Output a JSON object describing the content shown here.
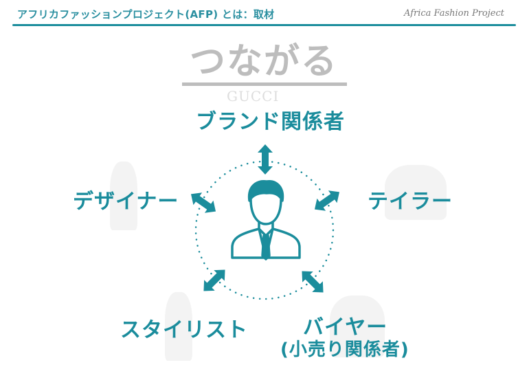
{
  "header": {
    "title": "アフリカファッションプロジェクト(AFP) とは：取材",
    "brand": "Africa Fashion Project",
    "accent_color": "#1b8d9c"
  },
  "slide": {
    "title": "つながる",
    "title_color": "#bdbdbd",
    "center_icon": "businessman-icon",
    "background_ghost_text": [
      "GUCCI"
    ],
    "nodes": [
      {
        "id": "brand",
        "label": "ブランド関係者",
        "position": "top"
      },
      {
        "id": "designer",
        "label": "デザイナー",
        "position": "left"
      },
      {
        "id": "tailor",
        "label": "テイラー",
        "position": "right"
      },
      {
        "id": "stylist",
        "label": "スタイリスト",
        "position": "bottom-left"
      },
      {
        "id": "buyer",
        "label": "バイヤー",
        "sublabel": "(小売り関係者)",
        "position": "bottom-right"
      }
    ],
    "label_color": "#1a8c9c",
    "arrow_color": "#1b8d9c",
    "circle_style": "dotted"
  }
}
